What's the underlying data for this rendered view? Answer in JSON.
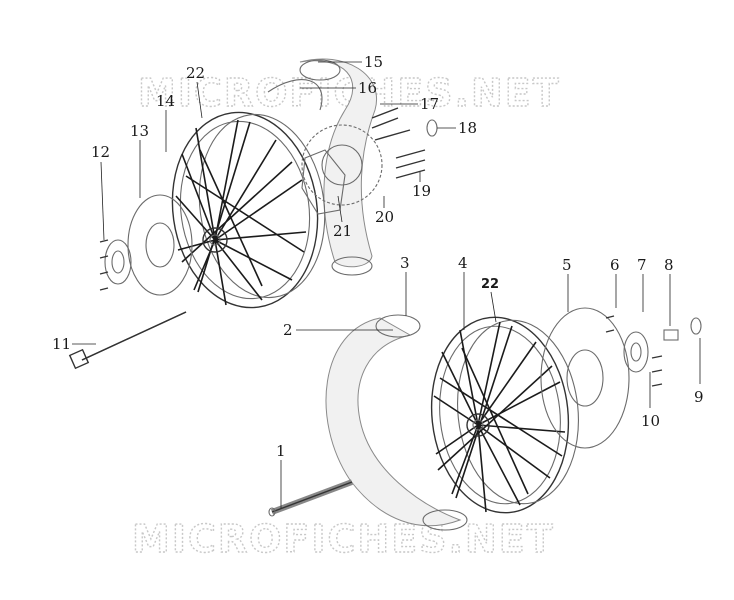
{
  "watermark": {
    "text": "MICROFICHES.NET"
  },
  "callouts": [
    {
      "label": "1"
    },
    {
      "label": "2"
    },
    {
      "label": "3"
    },
    {
      "label": "4"
    },
    {
      "label": "22"
    },
    {
      "label": "5"
    },
    {
      "label": "6"
    },
    {
      "label": "7"
    },
    {
      "label": "8"
    },
    {
      "label": "9"
    },
    {
      "label": "10"
    },
    {
      "label": "11"
    },
    {
      "label": "12"
    },
    {
      "label": "13"
    },
    {
      "label": "14"
    },
    {
      "label": "22"
    },
    {
      "label": "15"
    },
    {
      "label": "16"
    },
    {
      "label": "17"
    },
    {
      "label": "18"
    },
    {
      "label": "19"
    },
    {
      "label": "20"
    },
    {
      "label": "21"
    }
  ]
}
